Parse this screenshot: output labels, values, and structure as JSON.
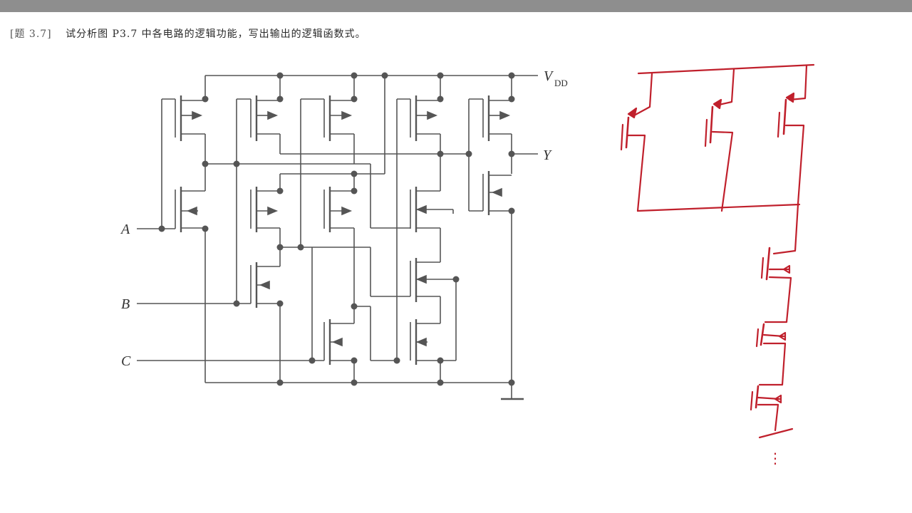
{
  "question": {
    "number": "[题 3.7]",
    "text": "试分析图 P3.7 中各电路的逻辑功能，写出输出的逻辑函数式。"
  },
  "labels": {
    "vdd_main": "V",
    "vdd_sub": "DD",
    "output": "Y",
    "input_a": "A",
    "input_b": "B",
    "input_c": "C"
  },
  "annotation": {
    "ellipsis": "⋮"
  },
  "colors": {
    "circuit": "#555555",
    "ink": "#c0202c",
    "topbar": "#8e8e8e"
  }
}
